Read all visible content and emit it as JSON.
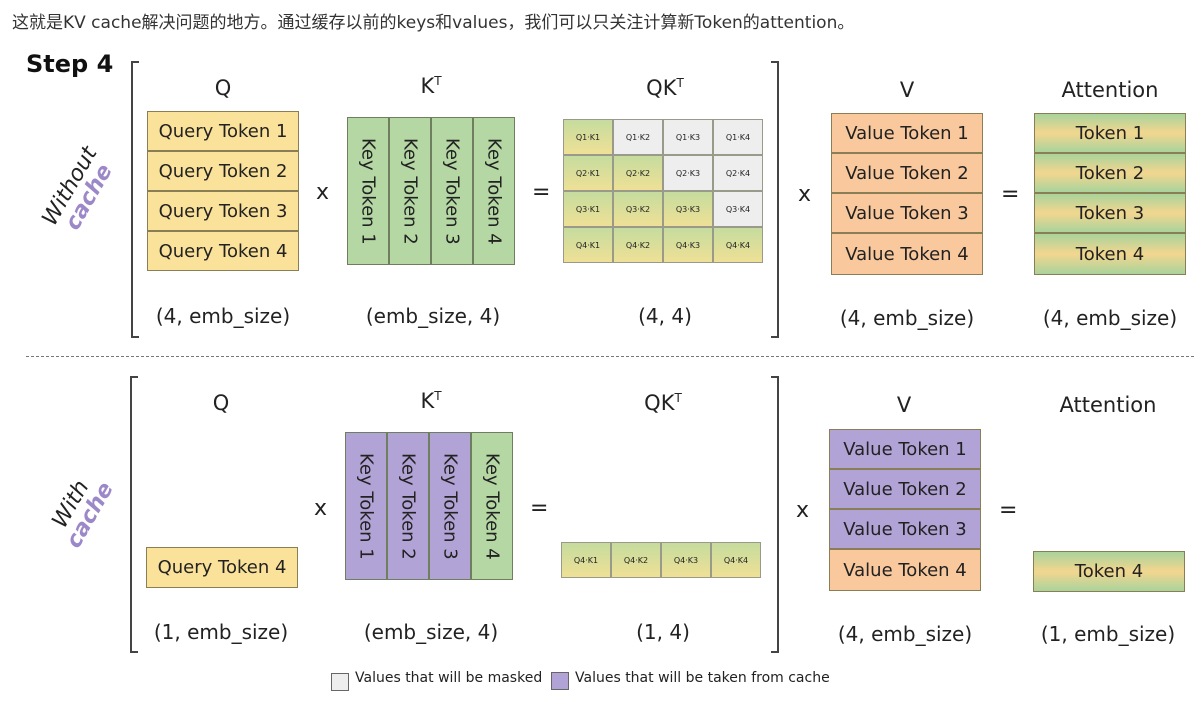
{
  "intro": "这就是KV cache解决问题的地方。通过缓存以前的keys和values，我们可以只关注计算新Token的attention。",
  "step": "Step 4",
  "rows": {
    "without": {
      "label_main": "Without",
      "label_cache": "cache"
    },
    "with": {
      "label_main": "With",
      "label_cache": "cache"
    }
  },
  "headers": {
    "q": "Q",
    "k": "K",
    "k_sup": "T",
    "qk": "QK",
    "qk_sup": "T",
    "v": "V",
    "attn": "Attention"
  },
  "ops": {
    "mul": "x",
    "eq": "="
  },
  "top": {
    "q_tokens": [
      "Query Token 1",
      "Query Token 2",
      "Query Token 3",
      "Query Token 4"
    ],
    "k_tokens": [
      "Key Token 1",
      "Key Token 2",
      "Key Token 3",
      "Key Token 4"
    ],
    "v_tokens": [
      "Value Token 1",
      "Value Token 2",
      "Value Token 3",
      "Value Token 4"
    ],
    "attn_tokens": [
      "Token 1",
      "Token 2",
      "Token 3",
      "Token 4"
    ],
    "dims": {
      "q": "(4, emb_size)",
      "k": "(emb_size, 4)",
      "qk": "(4, 4)",
      "v": "(4, emb_size)",
      "attn": "(4, emb_size)"
    },
    "qk_matrix": [
      [
        "Q1·K1",
        "Q1·K2",
        "Q1·K3",
        "Q1·K4"
      ],
      [
        "Q2·K1",
        "Q2·K2",
        "Q2·K3",
        "Q2·K4"
      ],
      [
        "Q3·K1",
        "Q3·K2",
        "Q3·K3",
        "Q3·K4"
      ],
      [
        "Q4·K1",
        "Q4·K2",
        "Q4·K3",
        "Q4·K4"
      ]
    ]
  },
  "bottom": {
    "q_token": "Query Token 4",
    "k_tokens": [
      "Key Token 1",
      "Key Token 2",
      "Key Token 3",
      "Key Token 4"
    ],
    "v_tokens": [
      "Value Token 1",
      "Value Token 2",
      "Value Token 3",
      "Value Token 4"
    ],
    "attn_token": "Token 4",
    "dims": {
      "q": "(1, emb_size)",
      "k": "(emb_size, 4)",
      "qk": "(1, 4)",
      "v": "(4, emb_size)",
      "attn": "(1, emb_size)"
    },
    "qk_row": [
      "Q4·K1",
      "Q4·K2",
      "Q4·K3",
      "Q4·K4"
    ]
  },
  "legend": {
    "masked": "Values that will be masked",
    "cached": "Values that will be taken from cache"
  },
  "colors": {
    "query": "#fbe29a",
    "key": "#b4d7a4",
    "value": "#f9c89c",
    "cached": "#b2a3d6",
    "masked": "#eeeeee"
  }
}
